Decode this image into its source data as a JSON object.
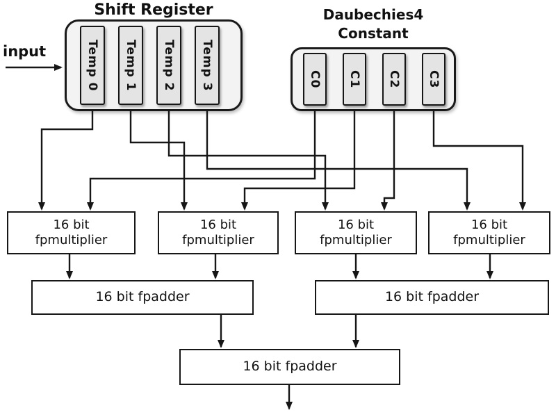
{
  "input_label": "input",
  "shift_register": {
    "title": "Shift Register",
    "cells": [
      {
        "label": "Temp 0"
      },
      {
        "label": "Temp 1"
      },
      {
        "label": "Temp 2"
      },
      {
        "label": "Temp 3"
      }
    ]
  },
  "constants": {
    "title": [
      "Daubechies4",
      "Constant"
    ],
    "cells": [
      {
        "label": "C0"
      },
      {
        "label": "C1"
      },
      {
        "label": "C2"
      },
      {
        "label": "C3"
      }
    ]
  },
  "multipliers": [
    {
      "line1": "16 bit",
      "line2": "fpmultiplier"
    },
    {
      "line1": "16 bit",
      "line2": "fpmultiplier"
    },
    {
      "line1": "16 bit",
      "line2": "fpmultiplier"
    },
    {
      "line1": "16 bit",
      "line2": "fpmultiplier"
    }
  ],
  "adders": {
    "left": "16 bit fpadder",
    "right": "16 bit fpadder",
    "final": "16 bit fpadder"
  },
  "connections": [
    {
      "from": "input",
      "to": "shift-register"
    },
    {
      "from": "temp0",
      "to": "multiplier1"
    },
    {
      "from": "temp1",
      "to": "multiplier2"
    },
    {
      "from": "temp2",
      "to": "multiplier3"
    },
    {
      "from": "temp3",
      "to": "multiplier4"
    },
    {
      "from": "c0",
      "to": "multiplier1"
    },
    {
      "from": "c1",
      "to": "multiplier2"
    },
    {
      "from": "c2",
      "to": "multiplier3"
    },
    {
      "from": "c3",
      "to": "multiplier4"
    },
    {
      "from": "multiplier1",
      "to": "adder-left"
    },
    {
      "from": "multiplier2",
      "to": "adder-left"
    },
    {
      "from": "multiplier3",
      "to": "adder-right"
    },
    {
      "from": "multiplier4",
      "to": "adder-right"
    },
    {
      "from": "adder-left",
      "to": "adder-final"
    },
    {
      "from": "adder-right",
      "to": "adder-final"
    },
    {
      "from": "adder-final",
      "to": "output"
    }
  ],
  "colors": {
    "line": "#161616",
    "cell_fill": "#e4e4e4",
    "block_fill": "#f3f3f3"
  }
}
